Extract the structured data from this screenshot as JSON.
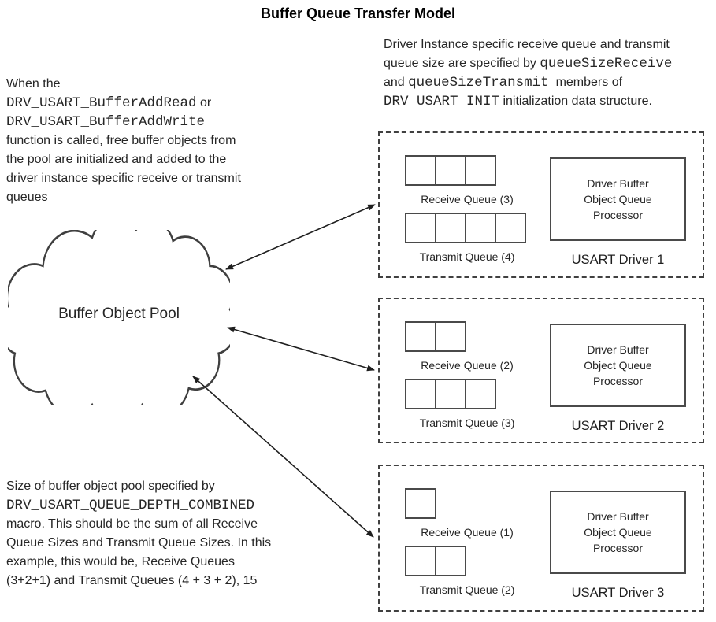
{
  "title": "Buffer Queue Transfer Model",
  "colors": {
    "line": "#3f3f3f",
    "text": "#262626",
    "background": "#ffffff"
  },
  "notes": {
    "top_left": [
      {
        "text": "When the\n"
      },
      {
        "code": "DRV_USART_BufferAddRead"
      },
      {
        "text": " or\n"
      },
      {
        "code": "DRV_USART_BufferAddWrite"
      },
      {
        "text": "\nfunction is called, free buffer objects from\nthe pool are initialized and added to the\ndriver instance specific receive or transmit\nqueues"
      }
    ],
    "top_right": [
      {
        "text": "Driver Instance specific receive queue and transmit\nqueue size are specified by "
      },
      {
        "code": "queueSizeReceive"
      },
      {
        "text": "\nand "
      },
      {
        "code": "queueSizeTransmit"
      },
      {
        "text": "  members of\n"
      },
      {
        "code": "DRV_USART_INIT"
      },
      {
        "text": " initialization data structure."
      }
    ],
    "bottom_left": [
      {
        "text": "Size of buffer object pool specified by\n"
      },
      {
        "code": "DRV_USART_QUEUE_DEPTH_COMBINED"
      },
      {
        "text": "\nmacro. This should be the sum of all Receive\nQueue Sizes and Transmit Queue Sizes. In this\nexample, this would be, Receive Queues\n(3+2+1) and Transmit Queues (4 + 3 + 2), 15"
      }
    ]
  },
  "cloud": {
    "label": "Buffer Object Pool"
  },
  "drivers": [
    {
      "name": "USART Driver 1",
      "processor_label": "Driver Buffer\nObject Queue\nProcessor",
      "receive": {
        "label": "Receive Queue (3)",
        "cells": 3
      },
      "transmit": {
        "label": "Transmit Queue (4)",
        "cells": 4
      }
    },
    {
      "name": "USART Driver 2",
      "processor_label": "Driver Buffer\nObject Queue\nProcessor",
      "receive": {
        "label": "Receive Queue (2)",
        "cells": 2
      },
      "transmit": {
        "label": "Transmit Queue (3)",
        "cells": 3
      }
    },
    {
      "name": "USART Driver 3",
      "processor_label": "Driver Buffer\nObject Queue\nProcessor",
      "receive": {
        "label": "Receive Queue (1)",
        "cells": 1
      },
      "transmit": {
        "label": "Transmit Queue (2)",
        "cells": 2
      }
    }
  ],
  "pool_total": "15"
}
